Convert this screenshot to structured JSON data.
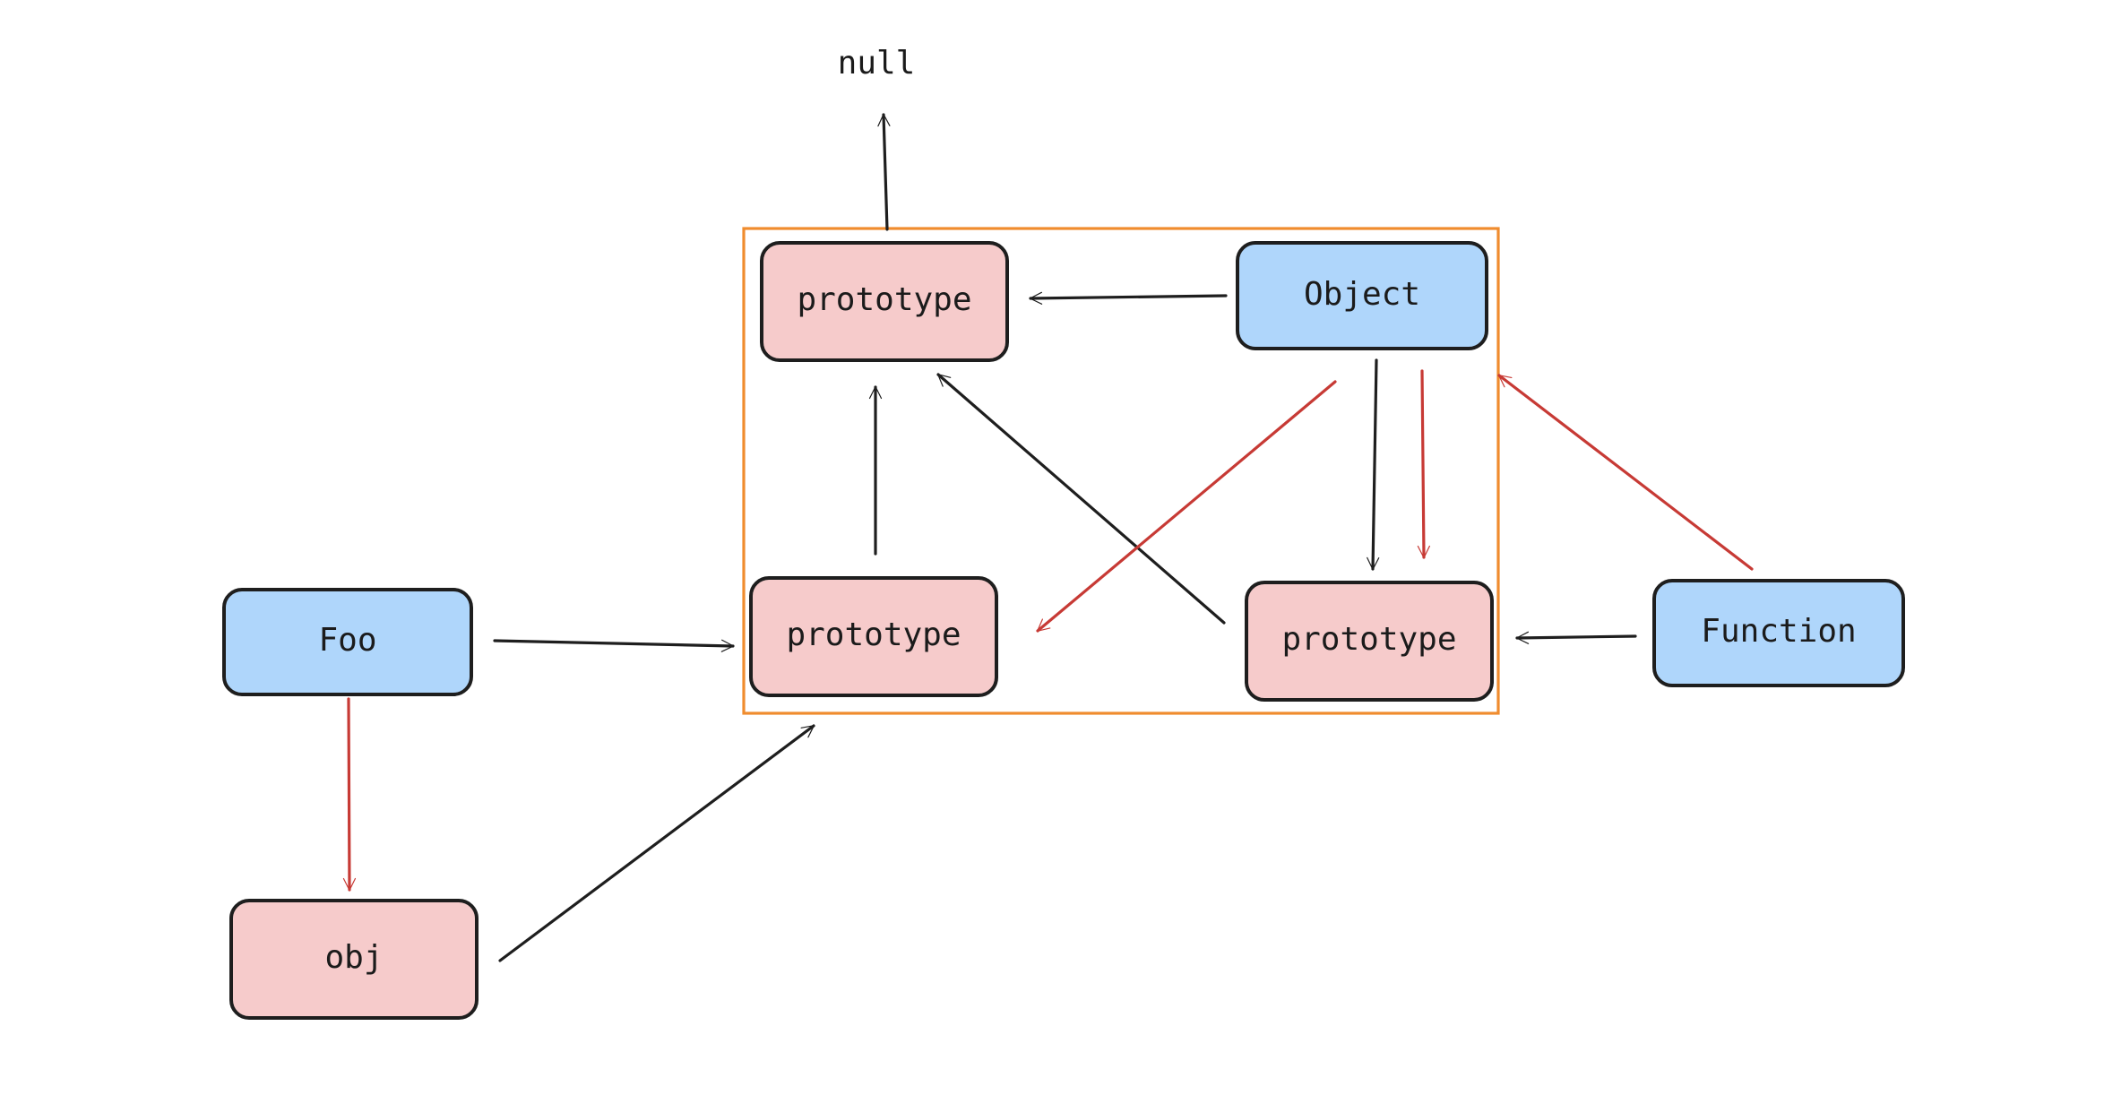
{
  "colors": {
    "object_fill": "#afd6fb",
    "prototype_fill": "#f6cbcb",
    "outline": "#1e1e1e",
    "black_arrow": "#1e1e1e",
    "red_arrow": "#c73a35",
    "group_frame": "#f08c2e"
  },
  "labels": {
    "null": "null",
    "object": "Object",
    "object_prototype": "prototype",
    "foo": "Foo",
    "foo_prototype": "prototype",
    "function_prototype": "prototype",
    "function": "Function",
    "obj": "obj"
  }
}
